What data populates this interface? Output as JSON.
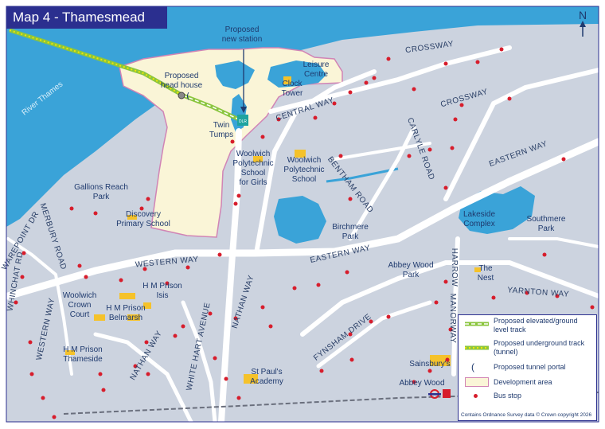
{
  "title": "Map 4 - Thamesmead",
  "north": "N",
  "colors": {
    "water": "#3aa3d8",
    "land": "#ccd3df",
    "road": "#ffffff",
    "development": "#faf5d7",
    "dev_border": "#d184b5",
    "stop": "#d71d2c",
    "track": "#8bc53f",
    "building": "#f5c22a",
    "title_bg": "#2b2f8f"
  },
  "labels": {
    "river": "River Thames",
    "proposed_station": [
      "Proposed",
      "new station"
    ],
    "head_house": [
      "Proposed",
      "head house"
    ],
    "leisure": [
      "Leisure",
      "Centre"
    ],
    "clock": [
      "Clock",
      "Tower"
    ],
    "twin": [
      "Twin",
      "Tumps"
    ],
    "dlr": "DLR",
    "wps_girls": [
      "Woolwich",
      "Polytechnic",
      "School",
      "for Girls"
    ],
    "wps": [
      "Woolwich",
      "Polytechnic",
      "School"
    ],
    "gallions": [
      "Gallions Reach",
      "Park"
    ],
    "discovery": [
      "Discovery",
      "Primary School"
    ],
    "birchmere": [
      "Birchmere",
      "Park"
    ],
    "lakeside": [
      "Lakeside",
      "Complex"
    ],
    "southmere": [
      "Southmere",
      "Park"
    ],
    "abbey_park": [
      "Abbey Wood",
      "Park"
    ],
    "nest": [
      "The",
      "Nest"
    ],
    "crown": [
      "Woolwich",
      "Crown",
      "Court"
    ],
    "isis": [
      "H M Prison",
      "Isis"
    ],
    "belmarsh": [
      "H M Prison",
      "Belmarsh"
    ],
    "thameside": [
      "H M Prison",
      "Thameside"
    ],
    "stpauls": [
      "St Paul's",
      "Academy"
    ],
    "sainsburys": "Sainsbury's",
    "abbey_wood": "Abbey Wood"
  },
  "roads": {
    "crossway_top": "CROSSWAY",
    "crossway_mid": "CROSSWAY",
    "central_way": "CENTRAL WAY",
    "carlyle": "CARLYLE ROAD",
    "eastern_top": "EASTERN WAY",
    "eastern_mid": "EASTERN WAY",
    "bentham": "BENTHAM ROAD",
    "western_way": "WESTERN WAY",
    "western_way_v": "WESTERN WAY",
    "harrow": "HARROW",
    "manorway": "MANORWAY",
    "yarnton": "YARNTON WAY",
    "nathan_up": "NATHAN WAY",
    "nathan_low": "NATHAN WAY",
    "white_hart": "WHITE HART AVENUE",
    "fynsham": "FYNSHAM DRIVE",
    "whinchat": "WHINCHAT RD",
    "wagtail": "WAREPOINT DR",
    "merbury": "MERBURY ROAD"
  },
  "legend": {
    "elevated": "Proposed elevated/ground level track",
    "underground": "Proposed underground track (tunnel)",
    "portal": "Proposed tunnel portal",
    "development": "Development area",
    "bus": "Bus stop",
    "credit": "Contains Ordnance Survey data © Crown copyright 2026"
  }
}
